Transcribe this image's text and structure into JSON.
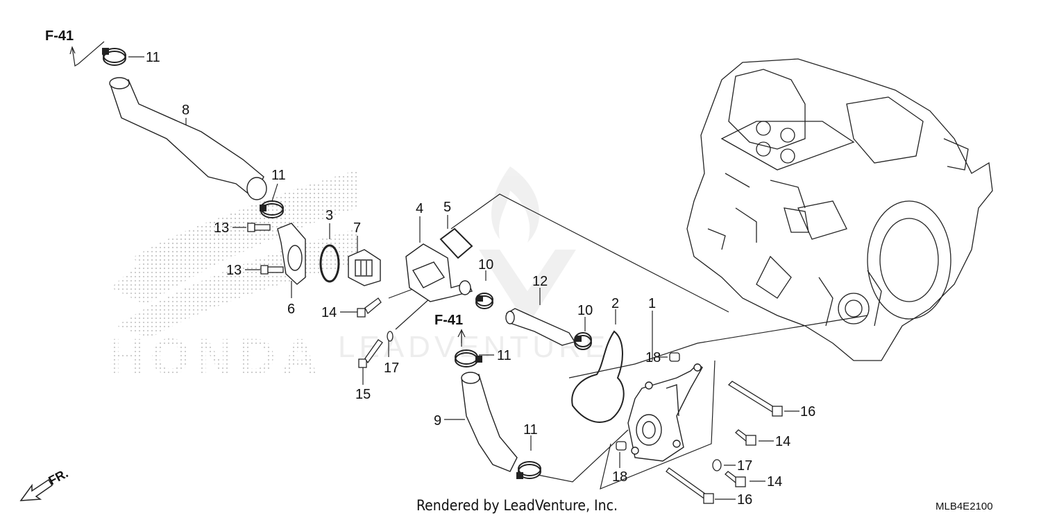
{
  "diagram": {
    "references": {
      "top": "F-41",
      "mid": "F-41"
    },
    "front_marker": "FR.",
    "watermark": {
      "brand": "HONDA",
      "dealer": "LEADVENTURE"
    },
    "callouts": {
      "c11a": "11",
      "c8": "8",
      "c11b": "11",
      "c13a": "13",
      "c13b": "13",
      "c3": "3",
      "c7": "7",
      "c6": "6",
      "c4": "4",
      "c5": "5",
      "c14a": "14",
      "c15": "15",
      "c17a": "17",
      "c10a": "10",
      "c12": "12",
      "c10b": "10",
      "c2": "2",
      "c1": "1",
      "c18a": "18",
      "c11c": "11",
      "c9": "9",
      "c11d": "11",
      "c16a": "16",
      "c14b": "14",
      "c17b": "17",
      "c18b": "18",
      "c14c": "14",
      "c16b": "16"
    },
    "footer_text": "Rendered by LeadVenture, Inc.",
    "diagram_code": "MLB4E2100"
  }
}
